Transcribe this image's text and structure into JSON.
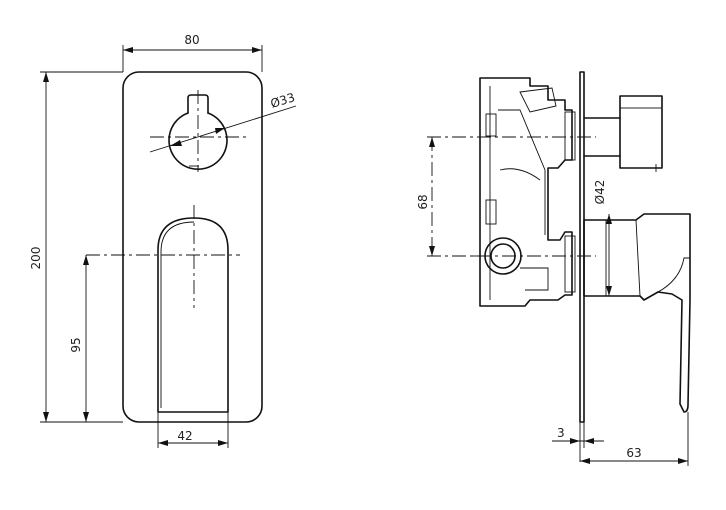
{
  "front_view": {
    "dim_width": "80",
    "dim_height": "200",
    "dim_handle_height": "95",
    "dim_handle_width": "42",
    "dim_diverter_diameter": "Ø33"
  },
  "side_view": {
    "dim_center_spacing": "68",
    "dim_handle_diameter": "Ø42",
    "dim_plate_thickness": "3",
    "dim_projection": "63"
  }
}
